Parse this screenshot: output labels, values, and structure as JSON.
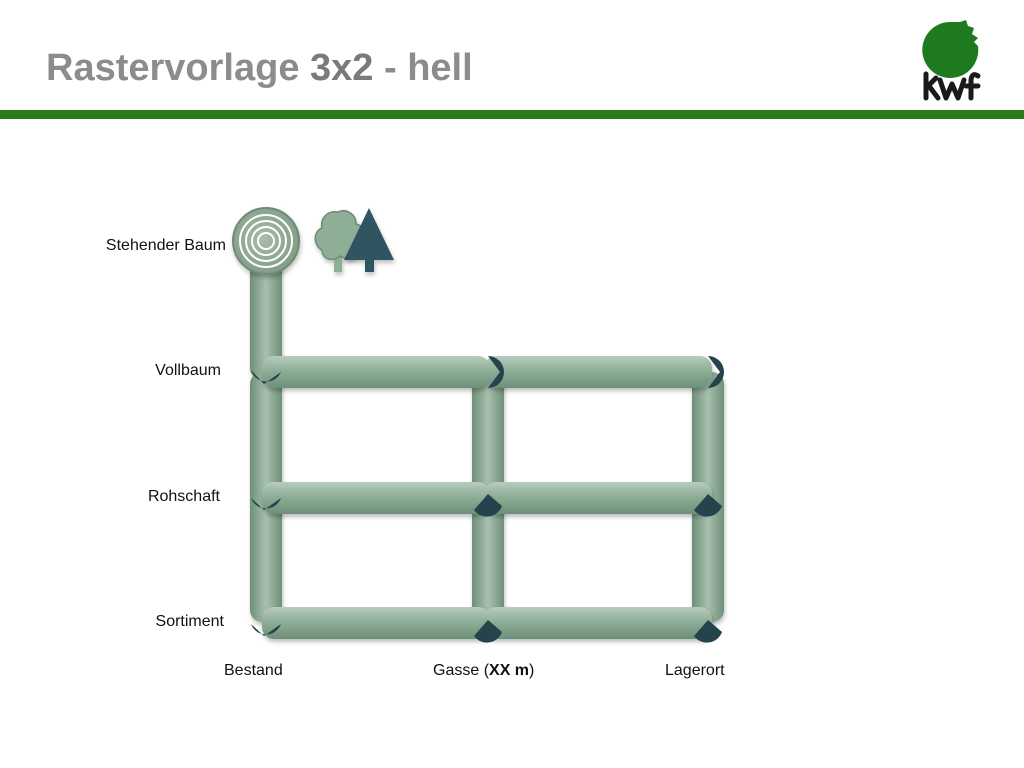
{
  "header": {
    "title_part1": "Rastervorlage ",
    "title_part2": "3x2",
    "title_part3": " - hell",
    "logo_text": "kwf"
  },
  "colors": {
    "accent_bar": "#2a7a1a",
    "pipe": "#8fae98",
    "joint": "#24434d",
    "logo_green": "#1e7a1e"
  },
  "rows": {
    "stehender_baum": "Stehender Baum",
    "vollbaum": "Vollbaum",
    "rohschaft": "Rohschaft",
    "sortiment": "Sortiment"
  },
  "columns": {
    "bestand": "Bestand",
    "gasse_prefix": "Gasse (",
    "gasse_bold": "XX m",
    "gasse_suffix": ")",
    "lagerort": "Lagerort"
  },
  "icons": [
    "tree-ring-icon",
    "deciduous-tree-icon",
    "conifer-tree-icon"
  ]
}
